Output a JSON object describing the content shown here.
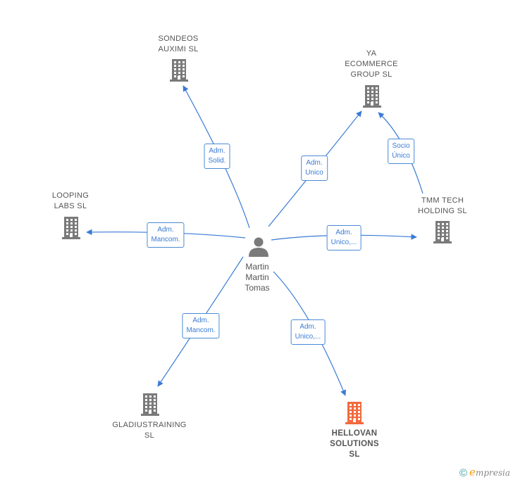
{
  "colors": {
    "edge": "#3a7bd5",
    "building": "#7a7a7a",
    "building_highlight": "#f26a3d",
    "person": "#7a7a7a"
  },
  "person": {
    "icon": "person-icon",
    "label_lines": [
      "Martin",
      "Martin",
      "Tomas"
    ]
  },
  "companies": [
    {
      "id": "sondeos",
      "label_lines": [
        "SONDEOS",
        "AUXIMI  SL"
      ],
      "highlight": false,
      "icon": "building-icon"
    },
    {
      "id": "ya",
      "label_lines": [
        "YA",
        "ECOMMERCE",
        "GROUP  SL"
      ],
      "highlight": false,
      "icon": "building-icon"
    },
    {
      "id": "looping",
      "label_lines": [
        "LOOPING",
        "LABS  SL"
      ],
      "highlight": false,
      "icon": "building-icon"
    },
    {
      "id": "tmm",
      "label_lines": [
        "TMM TECH",
        "HOLDING  SL"
      ],
      "highlight": false,
      "icon": "building-icon"
    },
    {
      "id": "gladius",
      "label_lines": [
        "GLADIUSTRAINING",
        "SL"
      ],
      "highlight": false,
      "icon": "building-icon"
    },
    {
      "id": "hellovan",
      "label_lines": [
        "HELLOVAN",
        "SOLUTIONS",
        "SL"
      ],
      "highlight": true,
      "icon": "building-icon"
    }
  ],
  "relations": [
    {
      "id": "r-sondeos",
      "label_lines": [
        "Adm.",
        "Solid."
      ]
    },
    {
      "id": "r-ya",
      "label_lines": [
        "Adm.",
        "Unico"
      ]
    },
    {
      "id": "r-tmm-ya",
      "label_lines": [
        "Socio",
        "Único"
      ]
    },
    {
      "id": "r-looping",
      "label_lines": [
        "Adm.",
        "Mancom."
      ]
    },
    {
      "id": "r-tmm",
      "label_lines": [
        "Adm.",
        "Unico,..."
      ]
    },
    {
      "id": "r-gladius",
      "label_lines": [
        "Adm.",
        "Mancom."
      ]
    },
    {
      "id": "r-hellovan",
      "label_lines": [
        "Adm.",
        "Unico,..."
      ]
    }
  ],
  "footer": {
    "copyright_symbol": "©",
    "brand_initial": "e",
    "brand_rest": "mpresia"
  }
}
